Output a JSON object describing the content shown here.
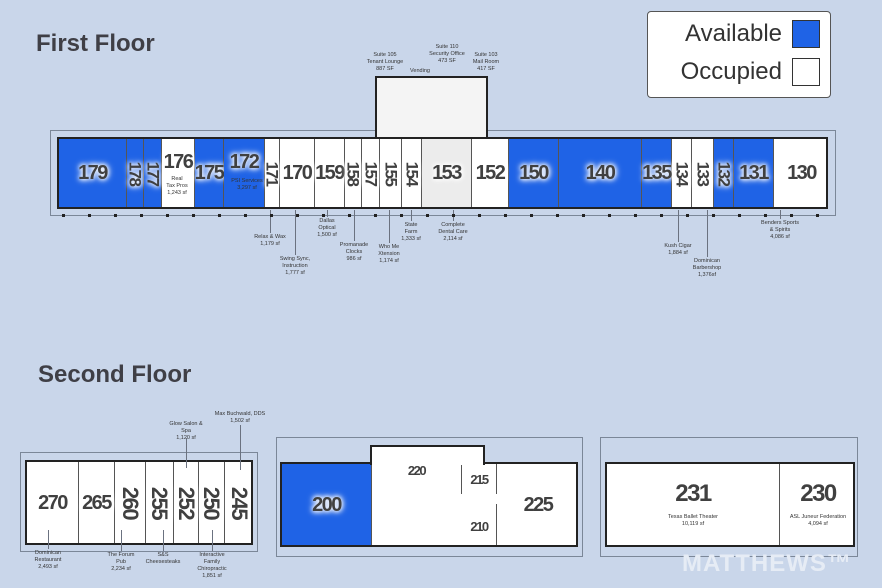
{
  "legend": {
    "available_label": "Available",
    "occupied_label": "Occupied",
    "available_color": "#1f63e6",
    "occupied_color": "#ffffff"
  },
  "first_floor": {
    "title": "First Floor",
    "units": [
      {
        "number": "179",
        "status": "available"
      },
      {
        "number": "178",
        "status": "available"
      },
      {
        "number": "177",
        "status": "available"
      },
      {
        "number": "176",
        "status": "occupied"
      },
      {
        "number": "175",
        "status": "available"
      },
      {
        "number": "172",
        "status": "available"
      },
      {
        "number": "171",
        "status": "occupied"
      },
      {
        "number": "170",
        "status": "occupied"
      },
      {
        "number": "159",
        "status": "occupied"
      },
      {
        "number": "158",
        "status": "occupied"
      },
      {
        "number": "157",
        "status": "occupied"
      },
      {
        "number": "155",
        "status": "occupied"
      },
      {
        "number": "154",
        "status": "occupied"
      },
      {
        "number": "153",
        "status": "common"
      },
      {
        "number": "152",
        "status": "occupied"
      },
      {
        "number": "150",
        "status": "available"
      },
      {
        "number": "140",
        "status": "available"
      },
      {
        "number": "135",
        "status": "available"
      },
      {
        "number": "134",
        "status": "occupied"
      },
      {
        "number": "133",
        "status": "occupied"
      },
      {
        "number": "132",
        "status": "available"
      },
      {
        "number": "131",
        "status": "available"
      },
      {
        "number": "130",
        "status": "occupied"
      }
    ],
    "callouts": [
      "Suite 105\nTenant Lounge\n887 SF",
      "Vending",
      "Suite 110\nSecurity Office\n473 SF",
      "Suite 103\nMail Room\n417 SF",
      "Real\nTax Pros\n1,243 sf",
      "PSI Services\n3,297 sf",
      "Relax & Wax\n1,179 sf",
      "Swing Sync,\nInstruction\n1,777 sf",
      "Dallas\nOptical\n1,500 sf",
      "Promanade\nClocks\n986 sf",
      "Who Me\nXtension\n1,174 sf",
      "State\nFarm\n1,333 sf",
      "Complete\nDental Care\n2,114 sf",
      "Kush Cigar\n1,884 sf",
      "Dominican\nBarbershop\n1,376sf",
      "Benders Sports\n& Spirits\n4,086 sf"
    ]
  },
  "second_floor": {
    "title": "Second Floor",
    "units": [
      {
        "number": "270",
        "status": "occupied"
      },
      {
        "number": "265",
        "status": "occupied"
      },
      {
        "number": "260",
        "status": "occupied"
      },
      {
        "number": "255",
        "status": "occupied"
      },
      {
        "number": "252",
        "status": "occupied"
      },
      {
        "number": "250",
        "status": "occupied"
      },
      {
        "number": "245",
        "status": "occupied"
      },
      {
        "number": "200",
        "status": "available"
      },
      {
        "number": "220",
        "status": "occupied"
      },
      {
        "number": "215",
        "status": "occupied"
      },
      {
        "number": "210",
        "status": "occupied"
      },
      {
        "number": "225",
        "status": "occupied"
      },
      {
        "number": "231",
        "status": "occupied"
      },
      {
        "number": "230",
        "status": "occupied"
      }
    ],
    "callouts": [
      "Glow Salon &\nSpa\n1,120 sf",
      "Max Buchwald, DDS\n1,502 sf",
      "Dominican\nRestaurant\n2,493 sf",
      "The Forum\nPub\n2,234 sf",
      "S&S\nCheesesteaks",
      "Interactive\nFamily\nChiropractic\n1,851 sf",
      "Texas Ballet Theater\n10,119 sf",
      "ASL Juneur Federation\n4,094 sf"
    ]
  },
  "watermark": "MATTHEWS™"
}
